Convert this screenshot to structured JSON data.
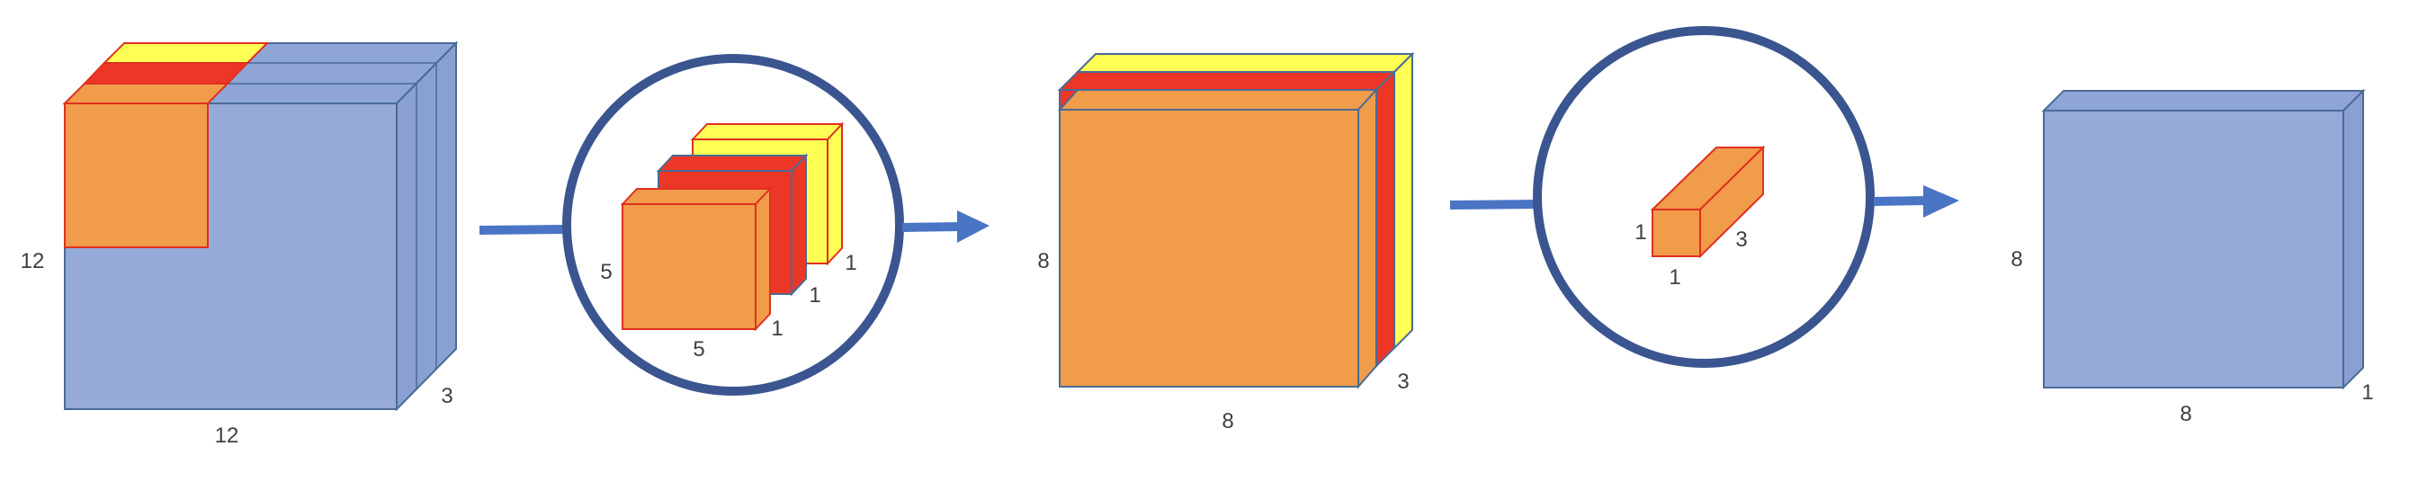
{
  "colors": {
    "blue": "#95aad9",
    "blue_top": "#8fa5d6",
    "blue_side": "#8aa0d2",
    "blue_edge": "#4a6b96",
    "orange": "#f09c4a",
    "red": "#ec3626",
    "yellow": "#ffff55",
    "circle": "#3b5590",
    "arrow": "#4a74c4",
    "text": "#404040"
  },
  "input_volume": {
    "height_label": "12",
    "width_label": "12",
    "depth_label": "3"
  },
  "filter_lens": {
    "height_label": "5",
    "width_label": "5",
    "depth_labels": [
      "1",
      "1",
      "1"
    ]
  },
  "feature_maps": {
    "height_label": "8",
    "width_label": "8",
    "depth_label": "3"
  },
  "pointwise_lens": {
    "height_label": "1",
    "width_label": "1",
    "depth_label": "3"
  },
  "output_volume": {
    "height_label": "8",
    "width_label": "8",
    "depth_label": "1"
  }
}
